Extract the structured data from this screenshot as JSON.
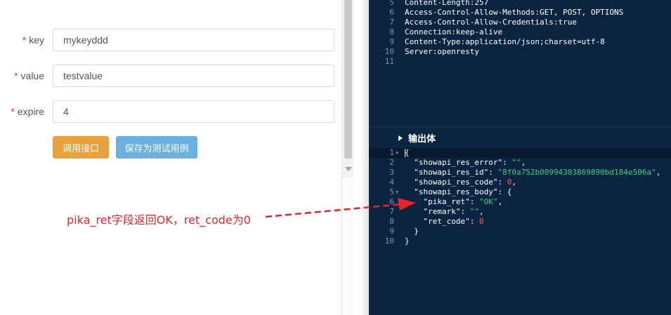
{
  "form": {
    "fields": [
      {
        "label": "key",
        "value": "mykeyddd"
      },
      {
        "label": "value",
        "value": "testvalue"
      },
      {
        "label": "expire",
        "value": "4"
      }
    ],
    "required_mark": "*",
    "call_button": "调用接口",
    "save_button": "保存为测试用例"
  },
  "headers": {
    "line_numbers": [
      "5",
      "6",
      "7",
      "8",
      "9",
      "10",
      "11"
    ],
    "lines": [
      "Content-Length:257",
      "Access-Control-Allow-Methods:GET, POST, OPTIONS",
      "Access-Control-Allow-Credentials:true",
      "Connection:keep-alive",
      "Content-Type:application/json;charset=utf-8",
      "Server:openresty",
      ""
    ]
  },
  "body_section": {
    "title": "输出体",
    "line_numbers": [
      "1",
      "2",
      "3",
      "4",
      "5",
      "6",
      "7",
      "8",
      "9",
      "10"
    ],
    "json_lines": {
      "l1": "{",
      "l2_key": "\"showapi_res_error\"",
      "l2_val": "\"\"",
      "l3_key": "\"showapi_res_id\"",
      "l3_val": "\"8f0a752b00994303869890bd184e506a\"",
      "l4_key": "\"showapi_res_code\"",
      "l4_val": "0",
      "l5_key": "\"showapi_res_body\"",
      "l6_key": "\"pika_ret\"",
      "l6_val": "\"OK\"",
      "l7_key": "\"remark\"",
      "l7_val": "\"\"",
      "l8_key": "\"ret_code\"",
      "l8_val": "0",
      "l9": "}",
      "l10": "}"
    }
  },
  "annotation": {
    "text": "pika_ret字段返回OK，ret_code为0"
  },
  "colors": {
    "panel_bg": "#0b2440",
    "string": "#35d07f",
    "number": "#ff5c5c",
    "annotation": "#e4252b",
    "call_button": "#e9a23b",
    "save_button": "#6cb0df"
  }
}
